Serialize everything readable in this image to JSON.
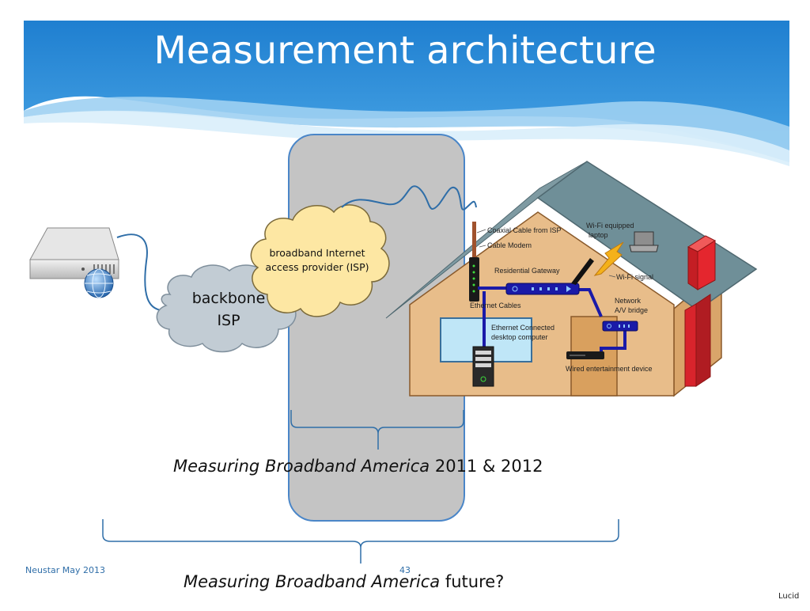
{
  "slide": {
    "title": "Measurement architecture",
    "footer_left": "Neustar May 2013",
    "page_number": "43",
    "credit": "Lucid"
  },
  "clouds": {
    "backbone_line1": "backbone",
    "backbone_line2": "ISP",
    "access_line1": "broadband Internet",
    "access_line2": "access provider (ISP)"
  },
  "house_labels": {
    "coax": "Coaxial Cable from ISP",
    "modem": "Cable Modem",
    "gateway": "Residential Gateway",
    "ethernet": "Ethernet Cables",
    "desktop_line1": "Ethernet Connected",
    "desktop_line2": "desktop computer",
    "laptop_line1": "Wi-Fi equipped",
    "laptop_line2": "laptop",
    "wifi_signal": "Wi-Fi signal",
    "bridge_line1": "Network",
    "bridge_line2": "A/V bridge",
    "entertainment": "Wired entertainment device"
  },
  "captions": {
    "current_italic": "Measuring Broadband America",
    "current_rest": " 2011 & 2012",
    "future_italic": "Measuring Broadband America",
    "future_rest": " future?"
  },
  "colors": {
    "banner_blue": "#2f8fd8",
    "isp_panel": "#c4c4c4",
    "house_wall": "#e8bd8a",
    "roof": "#6f8f98",
    "chimney": "#d8242c",
    "cable_blue": "#1a1aa8",
    "wave_line": "#2f6ea8"
  }
}
